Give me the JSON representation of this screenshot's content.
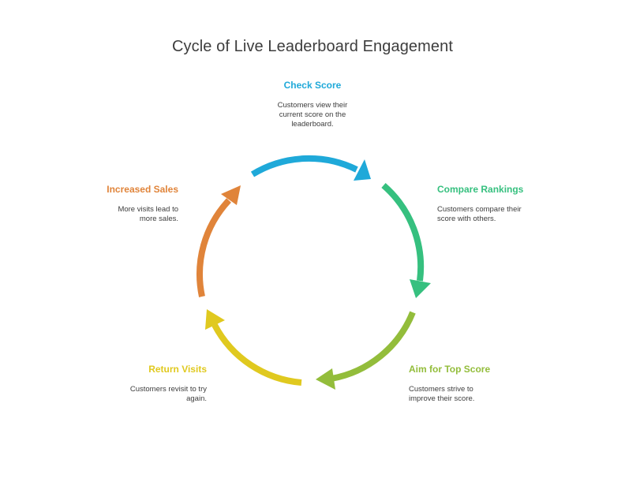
{
  "title": "Cycle of Live Leaderboard Engagement",
  "colors": {
    "check_score": "#1fa9d9",
    "compare_rankings": "#36c07f",
    "aim_top_score": "#93bd3b",
    "return_visits": "#e0c91f",
    "increased_sales": "#e0843a"
  },
  "steps": [
    {
      "label": "Check Score",
      "desc": "Customers view their current score on the leaderboard."
    },
    {
      "label": "Compare Rankings",
      "desc": "Customers compare their score with others."
    },
    {
      "label": "Aim for Top Score",
      "desc": "Customers strive to improve their score."
    },
    {
      "label": "Return Visits",
      "desc": "Customers revisit to try again."
    },
    {
      "label": "Increased Sales",
      "desc": "More visits lead to more sales."
    }
  ]
}
